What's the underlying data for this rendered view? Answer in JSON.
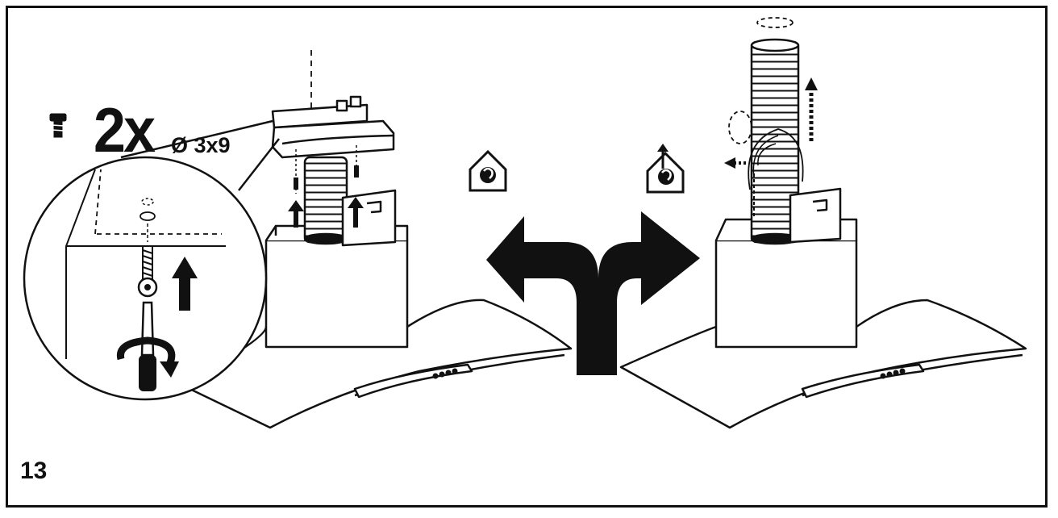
{
  "instruction": {
    "screw_quantity": "2x",
    "screw_dimension": "Ø 3x9",
    "step_number": "13"
  },
  "icons": {
    "screw": "screw-icon",
    "recirculation_mode": "house-recirculation-icon",
    "extraction_mode": "house-extraction-icon",
    "choice": "split-arrow-icon"
  },
  "colors": {
    "ink": "#111111",
    "paper": "#ffffff",
    "hatch": "#cfcfcf"
  }
}
